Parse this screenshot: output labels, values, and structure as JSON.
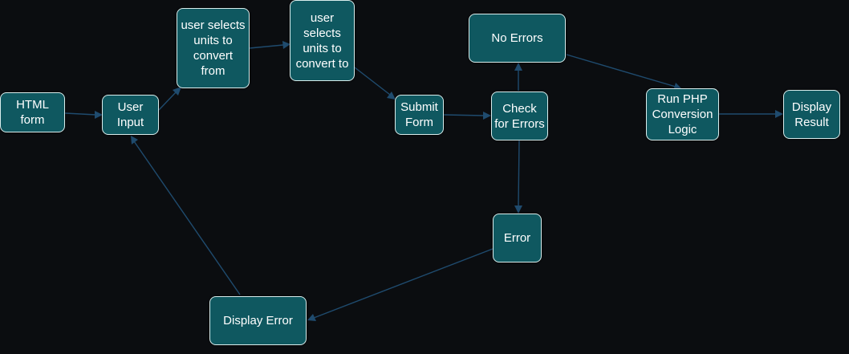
{
  "colors": {
    "background": "#0b0d10",
    "node_fill": "#0f5860",
    "node_border": "#d8ecec",
    "node_text": "#ffffff",
    "edge": "#1f4b6e"
  },
  "nodes": {
    "html_form": "HTML\nform",
    "user_input": "User\nInput",
    "units_from": "user selects\nunits to\nconvert\nfrom",
    "units_to": "user\nselects\nunits to\nconvert to",
    "submit_form": "Submit\nForm",
    "check_errors": "Check\nfor Errors",
    "no_errors": "No Errors",
    "error": "Error",
    "display_error": "Display Error",
    "run_php": "Run PHP\nConversion\nLogic",
    "display_result": "Display\nResult"
  }
}
